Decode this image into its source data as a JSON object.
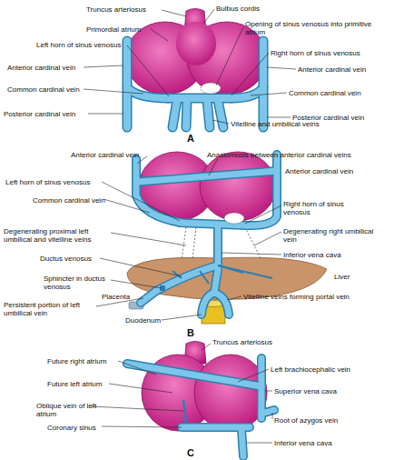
{
  "diagram": {
    "labels": [
      "Truncus arteriosus",
      "Bulbus cordis",
      "Primordial atrium",
      "Opening of sinus venosus into primitive atrium",
      "Left horn of sinus venosus",
      "Right horn of sinus venosus",
      "Anterior cardinal vein",
      "Anterior cardinal vein",
      "Common cardinal vein",
      "Common cardinal vein",
      "Posterior cardinal vein",
      "Posterior cardinal vein",
      "Vitelline and umbilical veins",
      "A",
      "Anterior cardinal vein",
      "Anastomosis between anterior cardinal veins",
      "Anterior cardinal vein",
      "Left horn of sinus venosus",
      "Common cardinal vein",
      "Right horn of sinus venosus",
      "Degenerating proximal left umbilical and vitelline veins",
      "Degenerating right umbilical vein",
      "Inferior vena cava",
      "Ductus venosus",
      "Liver",
      "Sphincter in ductus venosus",
      "Placenta",
      "Persistent portion of left umbilical vein",
      "Vitelline veins forming portal vein",
      "Duodenum",
      "B",
      "Truncus arteriosus",
      "Future right atrium",
      "Left brachiocephalic vein",
      "Future left atrium",
      "Superior vena cava",
      "Oblique vein of left atrium",
      "Coronary sinus",
      "Root of azygos vein",
      "Inferior vena cava",
      "C"
    ]
  }
}
